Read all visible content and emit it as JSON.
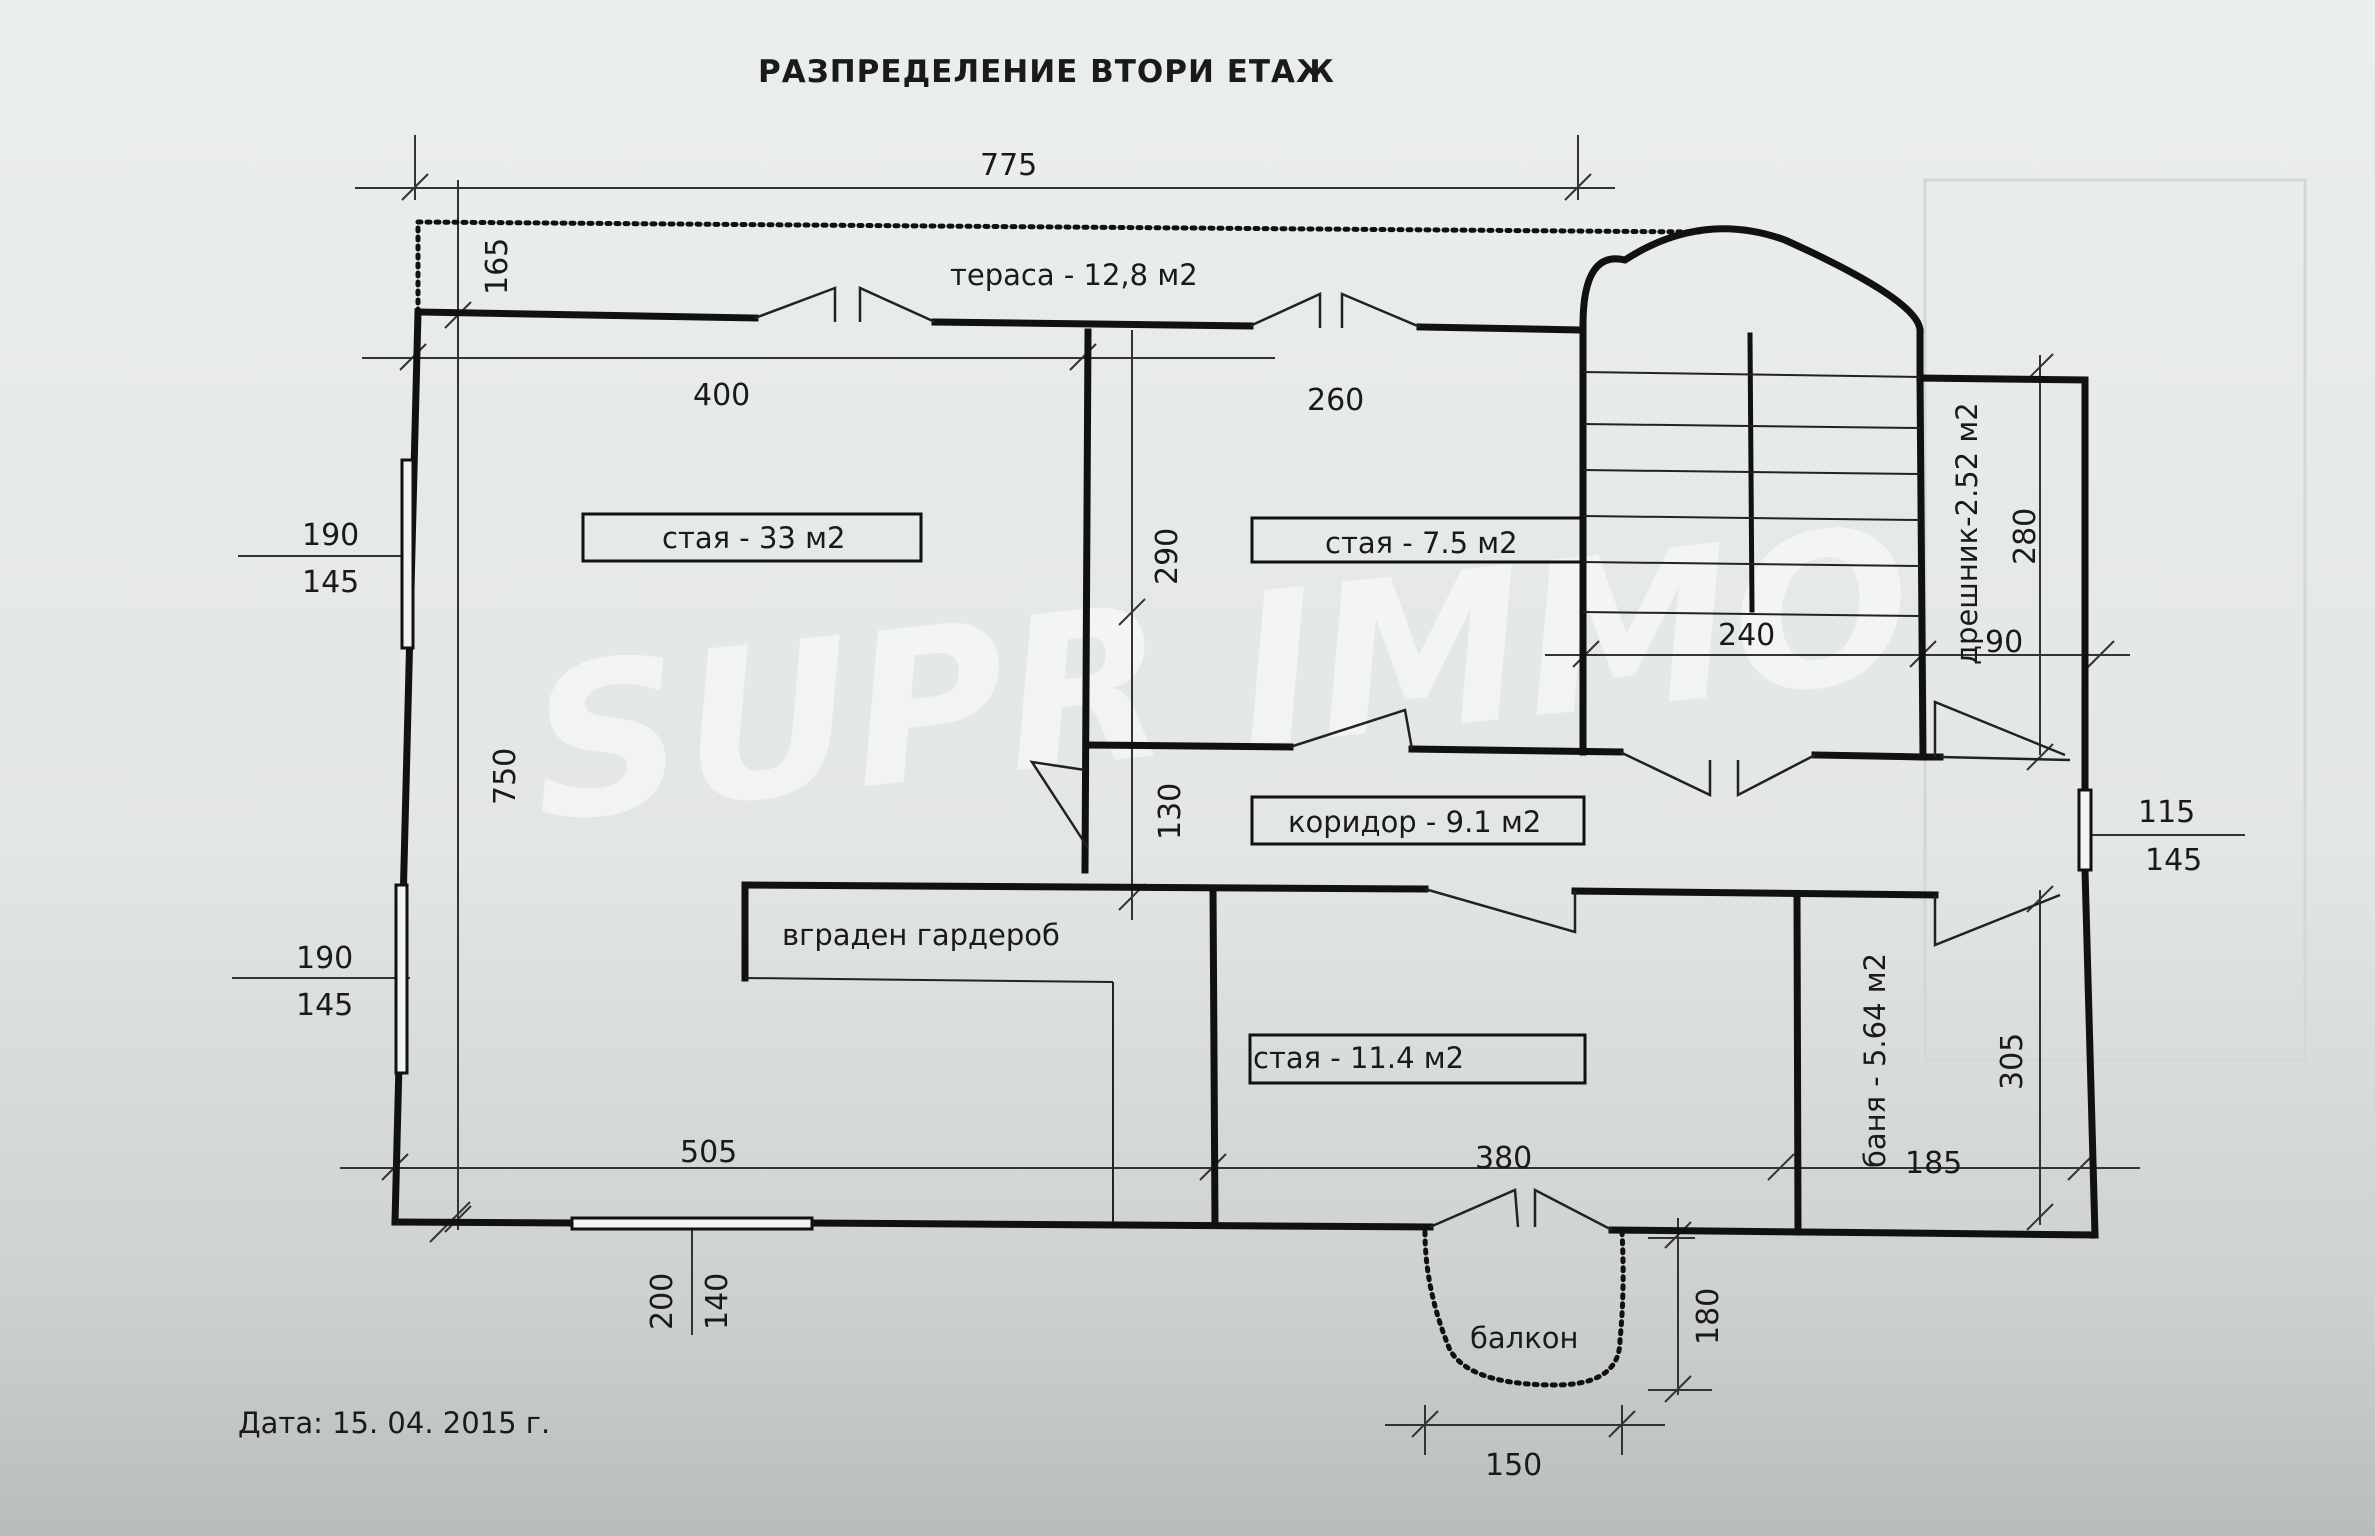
{
  "title": "РАЗПРЕДЕЛЕНИЕ ВТОРИ ЕТАЖ",
  "date": "Дата: 15. 04. 2015 г.",
  "watermark": "SUPR IMMO",
  "rooms": {
    "terrace": "тераса - 12,8 м2",
    "room1": "стая - 33 м2",
    "room2": "стая - 7.5 м2",
    "corridor": "коридор - 9.1 м2",
    "wardrobe": "вграден гардероб",
    "room3": "стая - 11.4 м2",
    "bath": "баня - 5.64 м2",
    "closet": "дрешник-2.52 м2",
    "balcony": "балкон"
  },
  "dimensions": {
    "d775": "775",
    "d165": "165",
    "d400": "400",
    "d260": "260",
    "d290": "290",
    "d240": "240",
    "d280": "280",
    "d90": "90",
    "d750": "750",
    "d130": "130",
    "d115": "115",
    "d145r": "145",
    "d190a": "190",
    "d145a": "145",
    "d190b": "190",
    "d145b": "145",
    "d505": "505",
    "d380": "380",
    "d185": "185",
    "d305": "305",
    "d200": "200",
    "d140": "140",
    "d180": "180",
    "d150": "150"
  }
}
